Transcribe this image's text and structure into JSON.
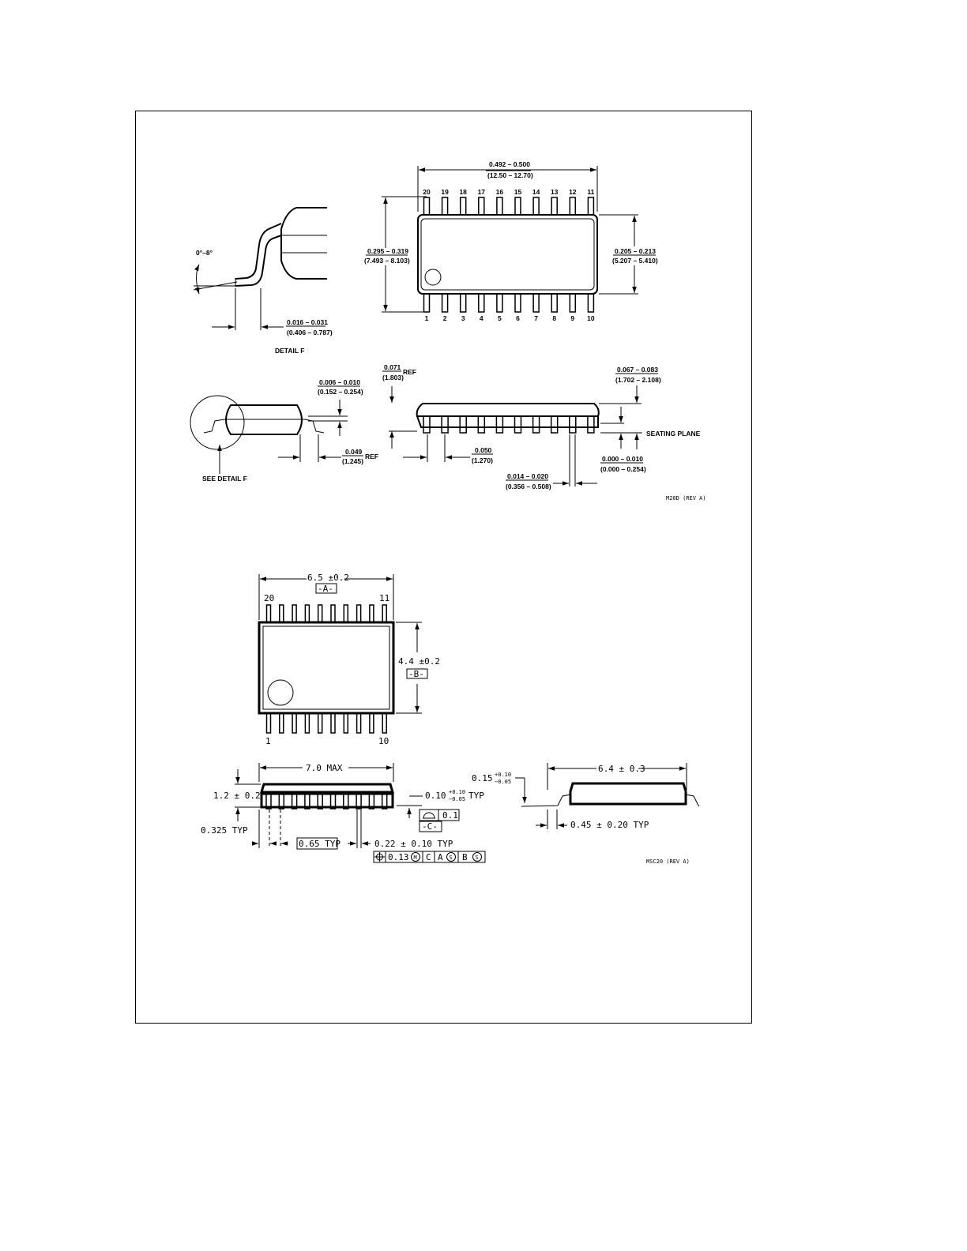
{
  "upper_drawing": {
    "top_view": {
      "length_in": "0.492 – 0.500",
      "length_mm": "(12.50 – 12.70)",
      "width_in": "0.295 – 0.319",
      "width_mm": "(7.493 – 8.103)",
      "body_width_in": "0.205 – 0.213",
      "body_width_mm": "(5.207 – 5.410)",
      "pins_top": [
        "20",
        "19",
        "18",
        "17",
        "16",
        "15",
        "14",
        "13",
        "12",
        "11"
      ],
      "pins_bottom": [
        "1",
        "2",
        "3",
        "4",
        "5",
        "6",
        "7",
        "8",
        "9",
        "10"
      ]
    },
    "detail_f": {
      "angle": "0°–8°",
      "lead_length_in": "0.016 – 0.031",
      "lead_length_mm": "(0.406 – 0.787)",
      "title": "DETAIL F"
    },
    "end_view": {
      "lead_thickness_in": "0.006 – 0.010",
      "lead_thickness_mm": "(0.152 – 0.254)",
      "ref_in": "0.049",
      "ref_mm": "(1.245)",
      "ref_label": "REF",
      "see_detail": "SEE DETAIL F"
    },
    "side_view": {
      "end_ref_in": "0.071",
      "end_ref_mm": "(1.803)",
      "end_ref_label": "REF",
      "height_in": "0.067 – 0.083",
      "height_mm": "(1.702 – 2.108)",
      "seating_plane": "SEATING PLANE",
      "pitch_in": "0.050",
      "pitch_mm": "(1.270)",
      "standoff_in": "0.000 – 0.010",
      "standoff_mm": "(0.000 – 0.254)",
      "lead_width_in": "0.014 – 0.020",
      "lead_width_mm": "(0.356 – 0.508)"
    },
    "drawing_id": "M20D (REV A)"
  },
  "lower_drawing": {
    "top_view": {
      "length": "6.5 ±0.2",
      "datum_a": "-A-",
      "width": "4.4 ±0.2",
      "datum_b": "-B-",
      "pin_first_top": "20",
      "pin_last_top": "11",
      "pin_first_bottom": "1",
      "pin_last_bottom": "10"
    },
    "side_view": {
      "length": "7.0 MAX",
      "height": "1.2 ± 0.2",
      "lead_offset": "0.325 TYP",
      "pitch": "0.65 TYP",
      "lead_width": "0.22 ± 0.10 TYP",
      "standoff_base": "0.10",
      "standoff_tol_plus": "+0.10",
      "standoff_tol_minus": "−0.05",
      "standoff_suffix": "TYP",
      "flatness": "0.1",
      "datum_c": "-C-",
      "position_tol": "0.13",
      "position_mod": "M",
      "ref_c": "C",
      "ref_a": "A",
      "ref_a_mod": "S",
      "ref_b": "B",
      "ref_b_mod": "S"
    },
    "end_view": {
      "width": "6.4 ± 0.3",
      "thickness_base": "0.15",
      "thickness_tol_plus": "+0.10",
      "thickness_tol_minus": "−0.05",
      "foot": "0.45 ± 0.20 TYP"
    },
    "drawing_id": "MSC20 (REV A)"
  }
}
